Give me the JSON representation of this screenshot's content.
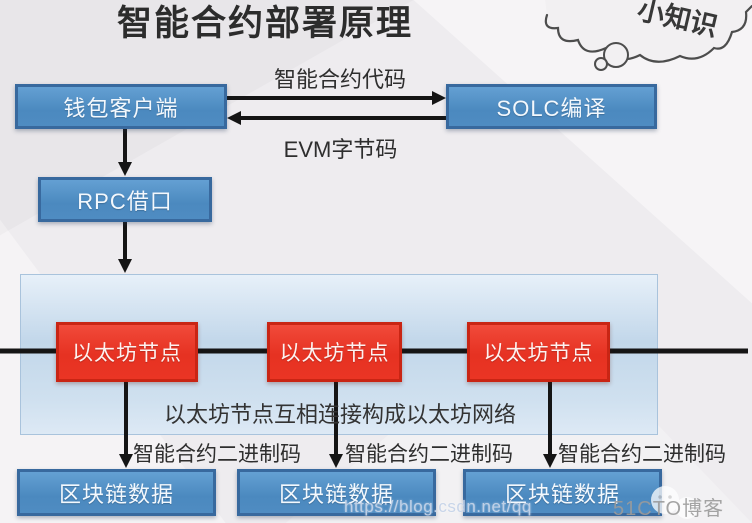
{
  "title": "智能合约部署原理",
  "bubble": {
    "text": "小知识"
  },
  "nodes": {
    "wallet": "钱包客户端",
    "solc": "SOLC编译",
    "rpc": "RPC借口",
    "eth": [
      "以太坊节点",
      "以太坊节点",
      "以太坊节点"
    ],
    "data": [
      "区块链数据",
      "区块链数据",
      "区块链数据"
    ]
  },
  "edges": {
    "contract_code": "智能合约代码",
    "evm_bytecode": "EVM字节码",
    "binary": [
      "智能合约二进制码",
      "智能合约二进制码",
      "智能合约二进制码"
    ]
  },
  "network_caption": "以太坊节点互相连接构成以太坊网络",
  "watermark": {
    "url": "https://blog.csdn.net/qq",
    "site": "51CTO博客"
  },
  "colors": {
    "box_blue": "#4f8cc2",
    "box_blue_border": "#38699e",
    "box_red": "#ea3524",
    "box_red_border": "#c92514",
    "container_fill": "#c2d7ea",
    "container_border": "#a9c3dc",
    "line": "#151515",
    "background": "#eeecef"
  }
}
